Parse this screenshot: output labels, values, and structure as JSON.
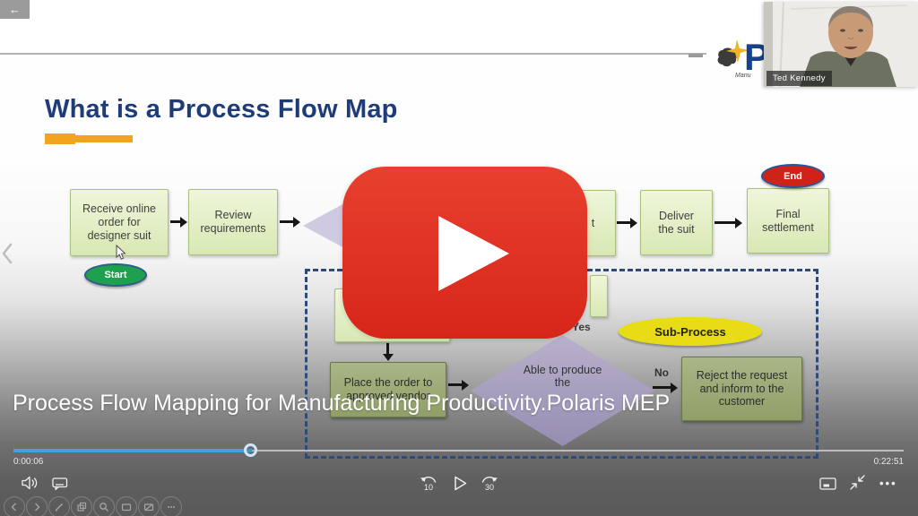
{
  "player": {
    "back_glyph": "←",
    "caption": "Process Flow Mapping for Manufacturing Productivity.Polaris MEP",
    "time_elapsed": "0:00:06",
    "time_total": "0:22:51",
    "progress_percent": 26,
    "skip_back_label": "10",
    "skip_forward_label": "30",
    "more_glyph": "•••",
    "carousel_prev_glyph": "‹"
  },
  "webcam": {
    "name": "Ted Kennedy"
  },
  "logo": {
    "letter": "P",
    "sub_text": "Manu"
  },
  "slide": {
    "title": "What is a Process Flow Map",
    "flowchart": {
      "receive": "Receive online order for designer suit",
      "review": "Review requirements",
      "covered_fragment": "t",
      "deliver": "Deliver the suit",
      "final": "Final settlement",
      "start": "Start",
      "end": "End",
      "yes": "Yes",
      "no": "No",
      "place": "Place the order to approved vendor",
      "able": "Able to produce the",
      "reject": "Reject the request and inform to the customer",
      "subprocess": "Sub-Process"
    }
  },
  "icons": {
    "back": "left-arrow",
    "volume": "speaker-waves",
    "captions": "speech-bubble",
    "skip_back": "rotate-ccw-10",
    "play": "triangle-outline",
    "skip_forward": "rotate-cw-30",
    "mini_player": "screen-cast",
    "exit_fullscreen": "arrows-inward",
    "more": "three-dots",
    "youtube_play": "red-rounded-play"
  },
  "colors": {
    "accent": "#3ea2e5",
    "youtube_red": "#d6261a",
    "title_navy": "#1e3c78",
    "underline_orange": "#f2a41f",
    "node_green": "#e2eec6",
    "node_olive": "#9dab7c",
    "diamond_purple": "#b4abc9",
    "dashed_blue": "#2e4a75",
    "start_green": "#1fa04f",
    "end_red": "#cf2218",
    "subprocess_yellow": "#e8dc16"
  }
}
